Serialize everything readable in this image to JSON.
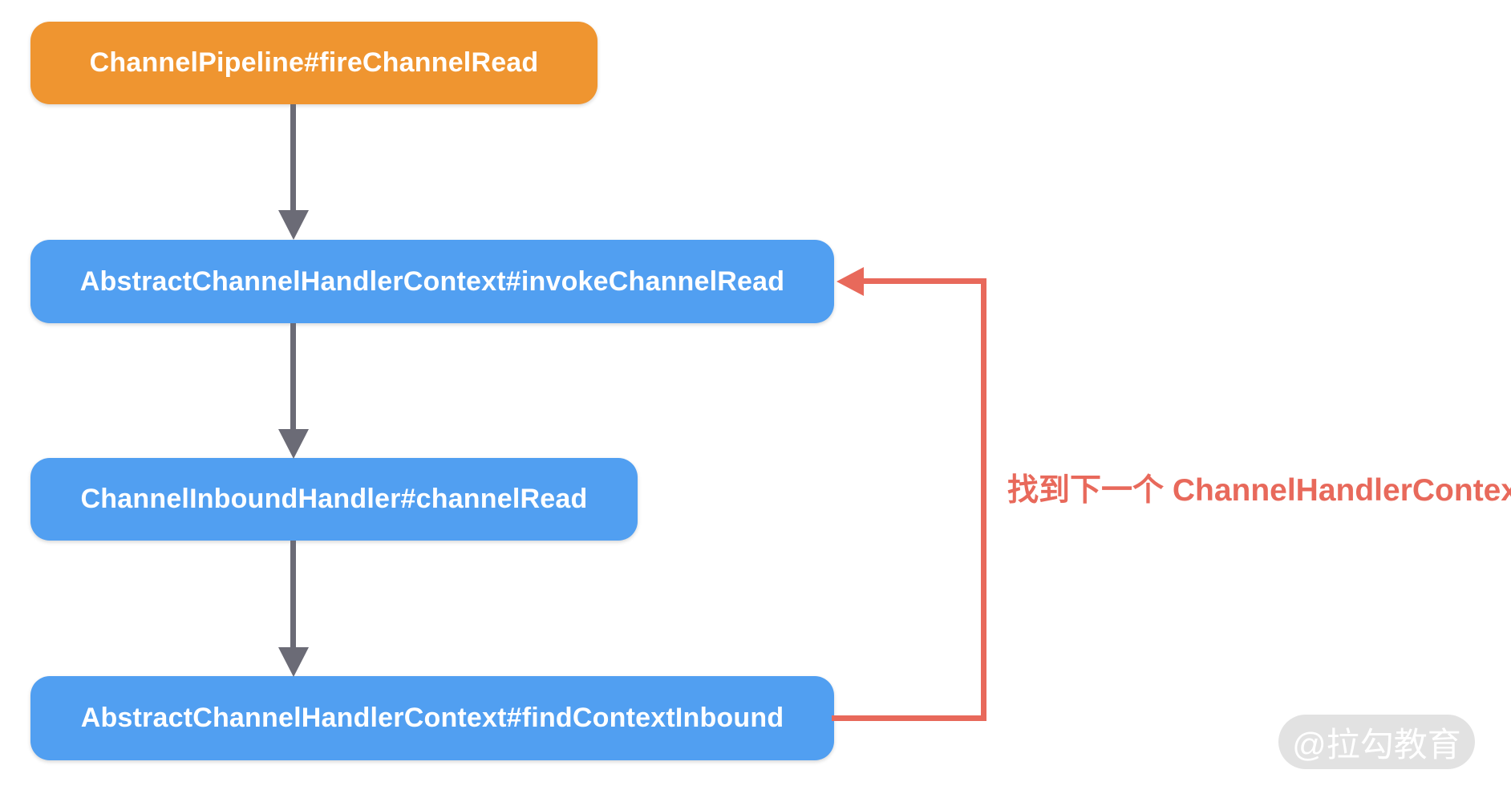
{
  "diagram": {
    "nodes": {
      "fire": {
        "label": "ChannelPipeline#fireChannelRead",
        "color": "#EF9530"
      },
      "invoke": {
        "label": "AbstractChannelHandlerContext#invokeChannelRead",
        "color": "#519FF1"
      },
      "channel_read": {
        "label": "ChannelInboundHandler#channelRead",
        "color": "#519FF1"
      },
      "find": {
        "label": "AbstractChannelHandlerContext#findContextInbound",
        "color": "#519FF1"
      }
    },
    "edges": [
      {
        "from": "fire",
        "to": "invoke",
        "style": "solid-gray-down"
      },
      {
        "from": "invoke",
        "to": "channel_read",
        "style": "solid-gray-down"
      },
      {
        "from": "channel_read",
        "to": "find",
        "style": "solid-gray-down"
      },
      {
        "from": "find",
        "to": "invoke",
        "style": "red-loop-back"
      }
    ],
    "annotation": {
      "label": "找到下一个 ChannelHandlerContext",
      "color": "#E8695B"
    },
    "watermark": {
      "label": "@拉勾教育"
    },
    "colors": {
      "node_orange": "#EF9530",
      "node_blue": "#519FF1",
      "arrow_gray": "#6B6B76",
      "arrow_red": "#E8695B",
      "watermark_bg": "#E2E2E2",
      "background": "#FFFFFF"
    }
  }
}
